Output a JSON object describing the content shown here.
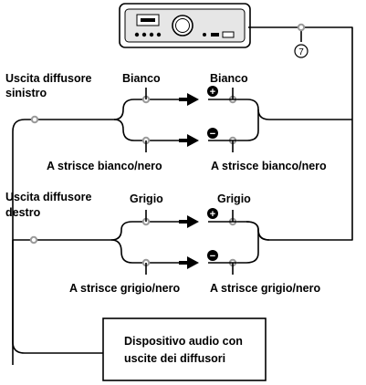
{
  "callout_number": "7",
  "left_output": {
    "label_line1": "Uscita diffusore",
    "label_line2": "sinistro",
    "wire_top": "Bianco",
    "wire_bottom": "A strisce bianco/nero",
    "speaker_top": "Bianco",
    "speaker_bottom": "A strisce bianco/nero"
  },
  "right_output": {
    "label_line1": "Uscita diffusore",
    "label_line2": "destro",
    "wire_top": "Grigio",
    "wire_bottom": "A strisce grigio/nero",
    "speaker_top": "Grigio",
    "speaker_bottom": "A strisce grigio/nero"
  },
  "polarity": {
    "positive": "+",
    "negative": "−"
  },
  "device_box": {
    "line1": "Dispositivo audio con",
    "line2": "uscite dei diffusori"
  }
}
